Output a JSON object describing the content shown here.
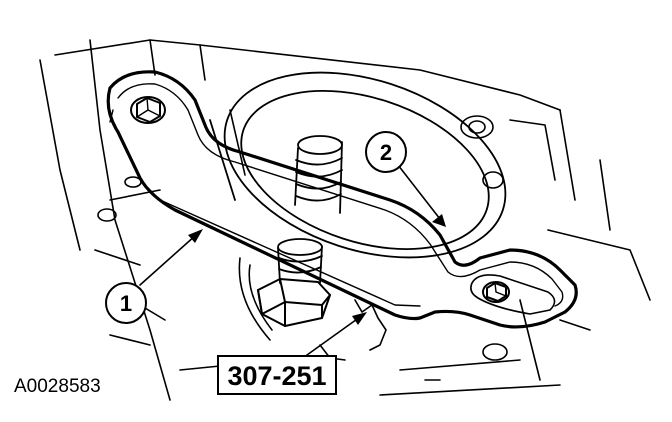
{
  "figure": {
    "id_label": "A0028583",
    "tool_number": "307-251",
    "callouts": [
      {
        "number": "1"
      },
      {
        "number": "2"
      }
    ]
  }
}
